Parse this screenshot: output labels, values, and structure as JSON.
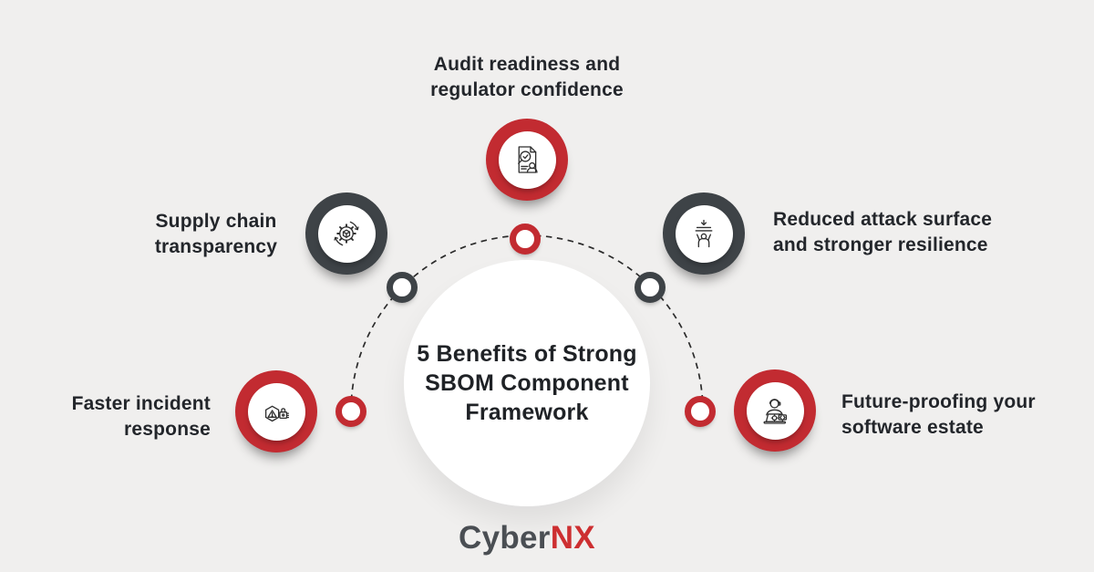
{
  "page": {
    "background": "#f0efee"
  },
  "center": {
    "title": "5 Benefits of Strong\nSBOM Component\nFramework"
  },
  "benefits": [
    {
      "id": "audit",
      "label": "Audit readiness and\nregulator confidence",
      "color": "red",
      "icon": "audit-report-magnifier-icon"
    },
    {
      "id": "supply",
      "label": "Supply chain\ntransparency",
      "color": "dark",
      "icon": "supply-chain-gear-icon"
    },
    {
      "id": "reduced",
      "label": "Reduced attack surface\nand stronger resilience",
      "color": "dark",
      "icon": "attack-surface-reduction-icon"
    },
    {
      "id": "incident",
      "label": "Faster incident\nresponse",
      "color": "red",
      "icon": "incident-alert-lock-icon"
    },
    {
      "id": "future",
      "label": "Future-proofing your\nsoftware estate",
      "color": "red",
      "icon": "developer-laptop-icon"
    }
  ],
  "logo": {
    "part1": "Cyber",
    "part2": "NX"
  },
  "colors": {
    "red": "#c22b31",
    "dark": "#3e4347",
    "bg": "#f0efee",
    "text": "#23262b",
    "line": "#2b2b2b",
    "logo_gray": "#4a4e53",
    "logo_red": "#cd2f31"
  }
}
